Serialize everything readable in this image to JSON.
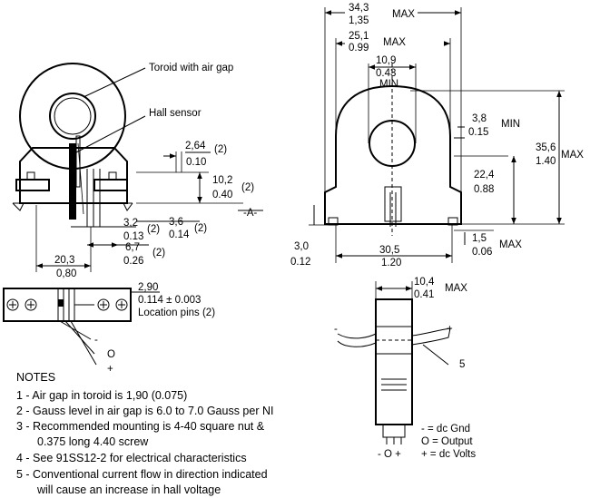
{
  "callouts": {
    "toroid": "Toroid with air gap",
    "hall_sensor": "Hall sensor"
  },
  "dimensions": {
    "d_2_64": "2,64",
    "d_0_10": "0.10",
    "d_2_64_note": "(2)",
    "d_10_2": "10,2",
    "d_0_40": "0.40",
    "d_10_2_note": "(2)",
    "datum": "-A-",
    "d_3_2": "3,2",
    "d_0_13": "0.13",
    "d_3_2_note": "(2)",
    "d_3_6": "3,6",
    "d_0_14": "0.14",
    "d_3_6_note": "(2)",
    "d_6_7": "6,7",
    "d_0_26": "0.26",
    "d_6_7_note": "(2)",
    "d_20_3": "20,3",
    "d_0_80": "0,80",
    "d_2_90": "2,90",
    "d_0_114": "0.114 ± 0.003",
    "location_pins": "Location pins (2)",
    "d_34_3": "34,3",
    "d_1_35": "1,35",
    "d_34_max": "MAX",
    "d_25_1": "25,1",
    "d_0_99": "0.99",
    "d_25_max": "MAX",
    "d_10_9": "10,9",
    "d_0_43": "0.43",
    "d_10_9_min": "MIN",
    "d_3_8": "3,8",
    "d_0_15": "0.15",
    "d_3_8_min": "MIN",
    "d_35_6": "35,6",
    "d_1_40": "1.40",
    "d_35_max": "MAX",
    "d_22_4": "22,4",
    "d_0_88": "0.88",
    "d_1_5": "1,5",
    "d_0_06": "0.06",
    "d_1_5_max": "MAX",
    "d_3_0": "3,0",
    "d_0_12": "0.12",
    "d_30_5": "30,5",
    "d_1_20": "1.20",
    "d_10_4": "10,4",
    "d_0_41": "0.41",
    "d_10_4_max": "MAX",
    "ref_5": "5"
  },
  "pin_labels": {
    "minus": "-",
    "output": "O",
    "plus": "+",
    "bottom": "- O +"
  },
  "legend": {
    "gnd": "- = dc Gnd",
    "output": "O = Output",
    "volts": "+ = dc Volts"
  },
  "notes": {
    "heading": "NOTES",
    "n1": "1 - Air gap in toroid is 1,90 (0.075)",
    "n2": "2 - Gauss level in air gap is 6.0 to 7.0  Gauss per NI",
    "n3a": "3 - Recommended mounting is 4-40 square nut &",
    "n3b": "0.375 long 4.40 screw",
    "n4": "4 - See 91SS12-2 for electrical characteristics",
    "n5a": "5 - Conventional current flow in direction indicated",
    "n5b": "will cause an increase in hall voltage"
  }
}
